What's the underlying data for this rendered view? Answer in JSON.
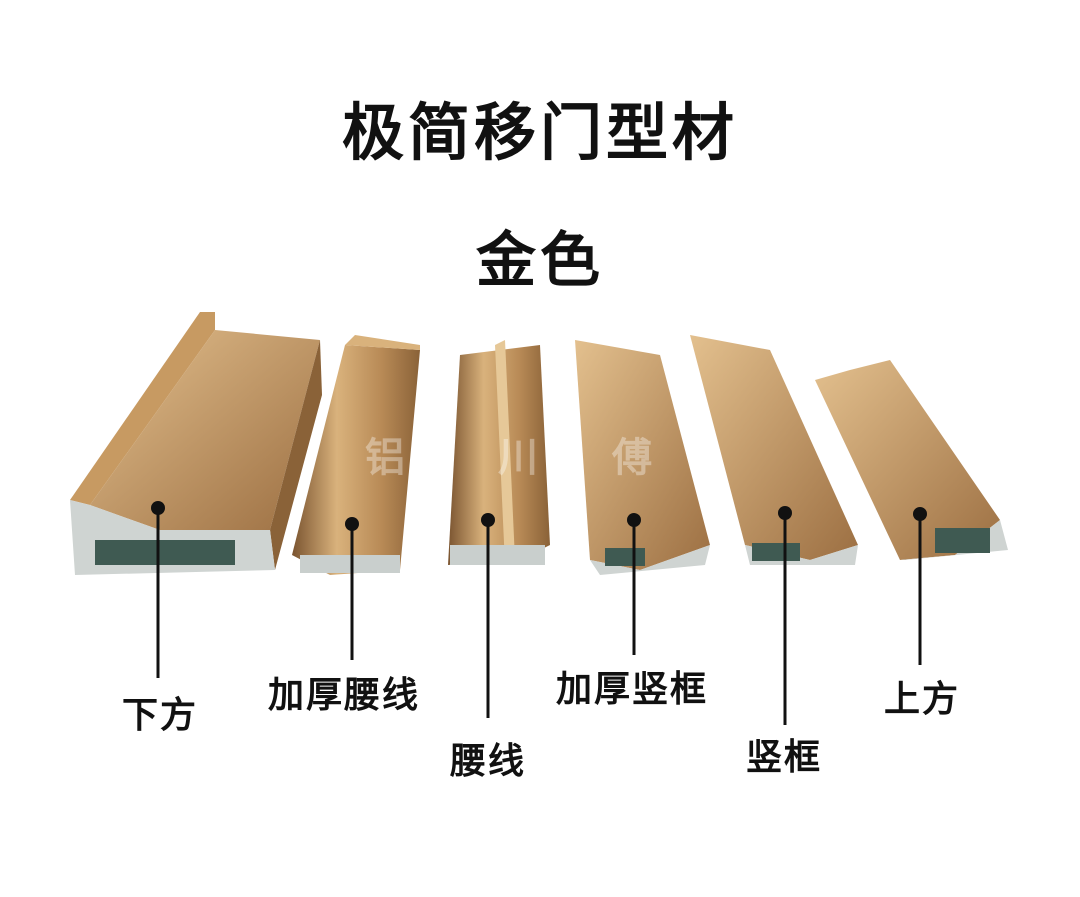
{
  "title": "极简移门型材",
  "subtitle": "金色",
  "watermark": [
    "铝",
    "川",
    "傅"
  ],
  "colors": {
    "gold_light": "#d9b27c",
    "gold_mid": "#b88a56",
    "gold_dark": "#7a5430",
    "edge": "#cfd4d2",
    "line": "#111111"
  },
  "profiles": [
    {
      "name": "下方"
    },
    {
      "name": "加厚腰线"
    },
    {
      "name": "腰线"
    },
    {
      "name": "加厚竖框"
    },
    {
      "name": "竖框"
    },
    {
      "name": "上方"
    }
  ]
}
